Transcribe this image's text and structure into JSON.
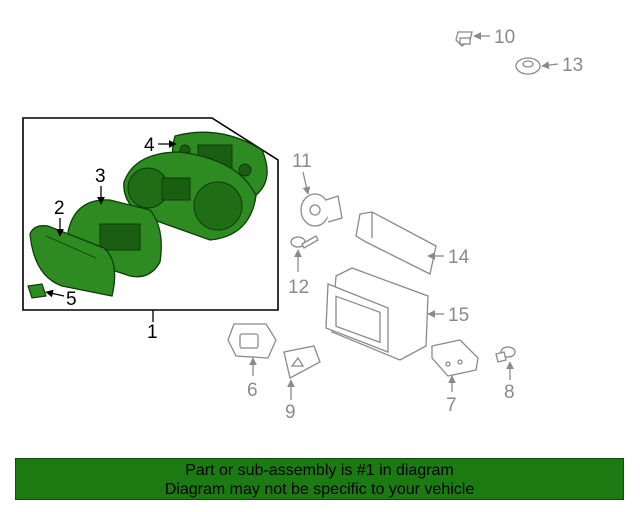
{
  "callouts": {
    "c1": "1",
    "c2": "2",
    "c3": "3",
    "c4": "4",
    "c5": "5",
    "c6": "6",
    "c7": "7",
    "c8": "8",
    "c9": "9",
    "c10": "10",
    "c11": "11",
    "c12": "12",
    "c13": "13",
    "c14": "14",
    "c15": "15"
  },
  "banner": {
    "line1": "Part or sub-assembly is #1 in diagram",
    "line2": "Diagram may not be specific to your vehicle"
  },
  "colors": {
    "highlight_green": "#1c7a12",
    "highlight_part": "#2e8b22",
    "gray_part": "#8a8a8a"
  }
}
